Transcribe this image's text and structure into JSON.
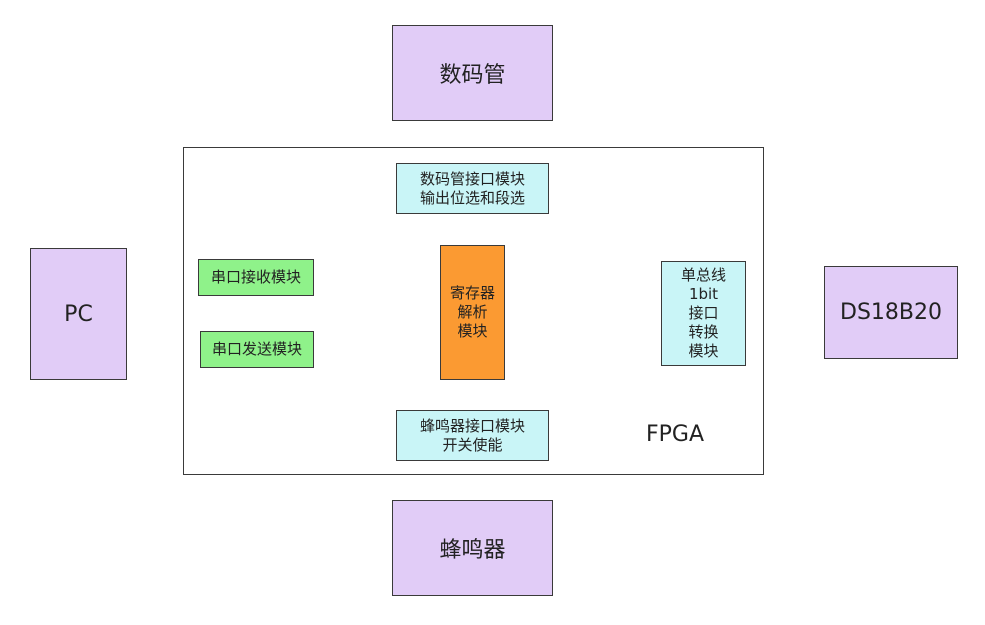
{
  "external": {
    "seg_display": "数码管",
    "pc": "PC",
    "ds18b20": "DS18B20",
    "buzzer": "蜂鸣器"
  },
  "fpga": {
    "label": "FPGA",
    "seg_module": [
      "数码管接口模块",
      "输出位选和段选"
    ],
    "uart_rx": "串口接收模块",
    "uart_tx": "串口发送模块",
    "reg_parser": [
      "寄存器",
      "解析",
      "模块"
    ],
    "onewire": [
      "单总线",
      "1bit",
      "接口",
      "转换",
      "模块"
    ],
    "buzzer_module": [
      "蜂鸣器接口模块",
      "开关使能"
    ]
  },
  "colors": {
    "external_box": "#e1ccf7",
    "interface_module": "#c9f5f7",
    "uart_module": "#8ff28a",
    "parser_module": "#fb9a32"
  }
}
